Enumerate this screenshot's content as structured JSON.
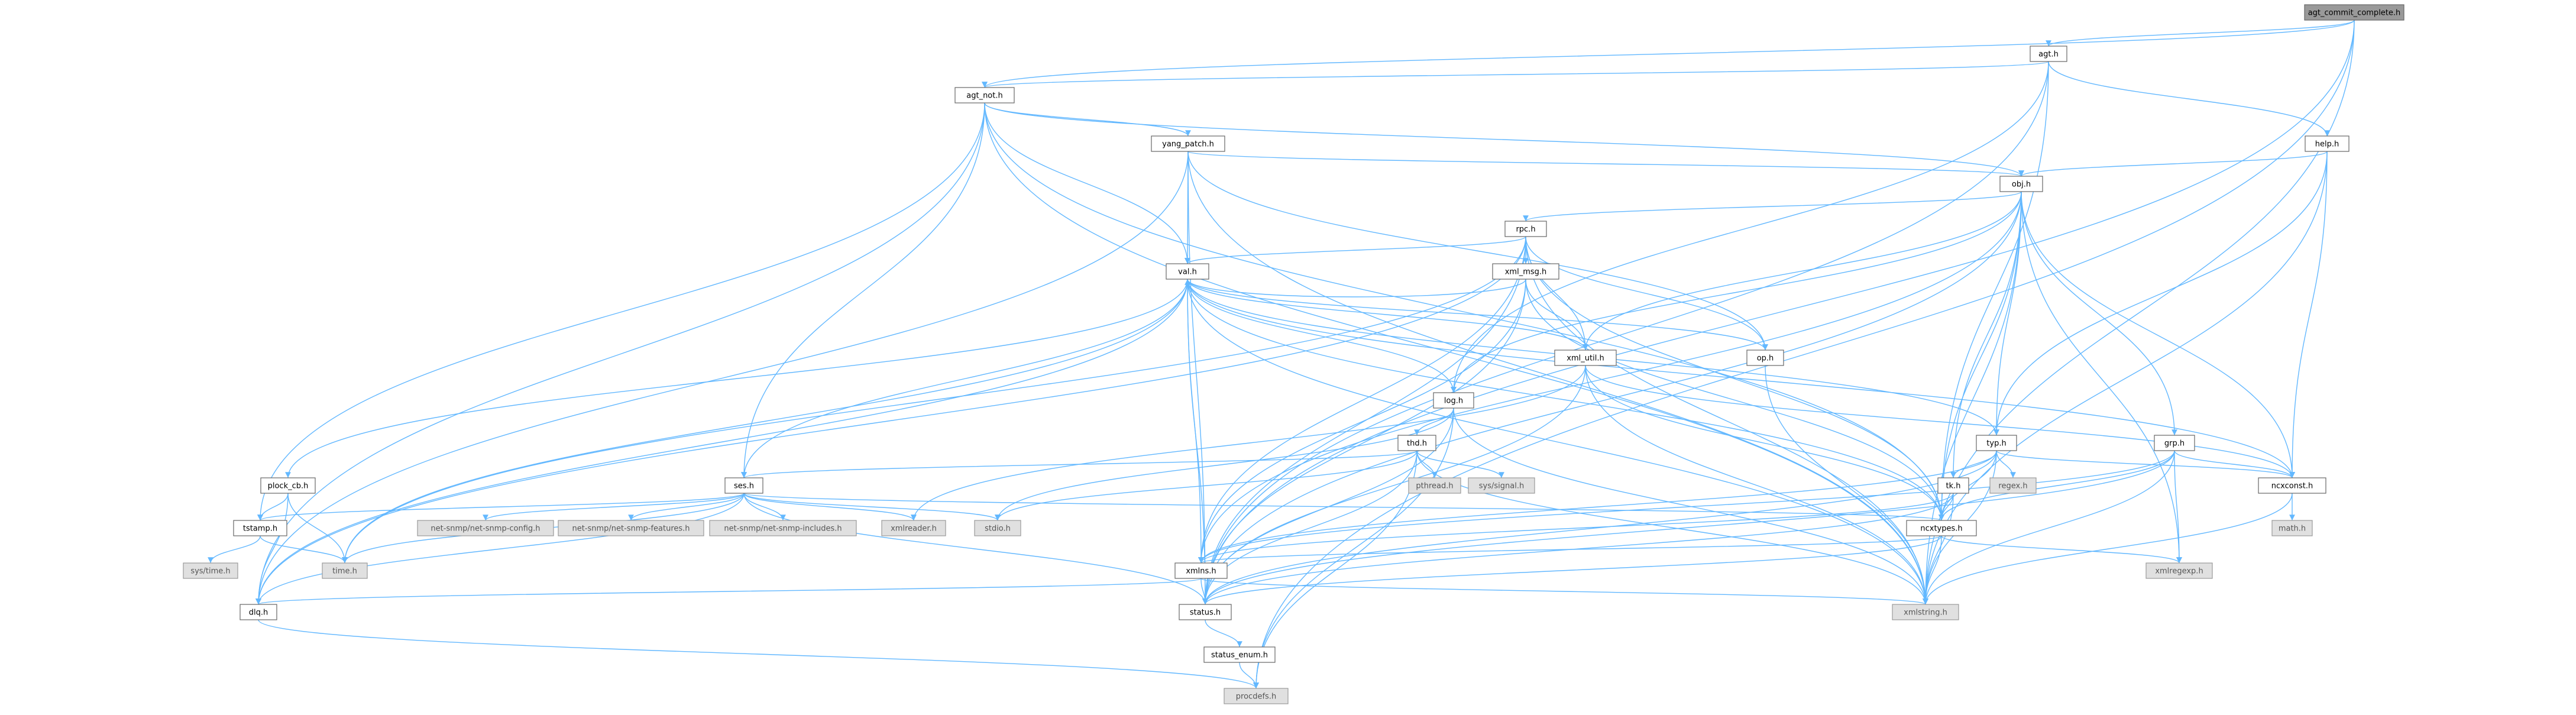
{
  "colors": {
    "edge": "#63b8ff",
    "root_fill": "#999999",
    "system_fill": "#e0e0e0",
    "local_fill": "#ffffff",
    "border": "#666666"
  },
  "nodes": [
    {
      "id": "agt_commit_complete_h",
      "label": "agt_commit_complete.h",
      "kind": "root"
    },
    {
      "id": "agt_h",
      "label": "agt.h",
      "kind": "local"
    },
    {
      "id": "agt_not_h",
      "label": "agt_not.h",
      "kind": "local"
    },
    {
      "id": "help_h",
      "label": "help.h",
      "kind": "local"
    },
    {
      "id": "yang_patch_h",
      "label": "yang_patch.h",
      "kind": "local"
    },
    {
      "id": "obj_h",
      "label": "obj.h",
      "kind": "local"
    },
    {
      "id": "rpc_h",
      "label": "rpc.h",
      "kind": "local"
    },
    {
      "id": "xml_msg_h",
      "label": "xml_msg.h",
      "kind": "local"
    },
    {
      "id": "val_h",
      "label": "val.h",
      "kind": "local"
    },
    {
      "id": "xml_util_h",
      "label": "xml_util.h",
      "kind": "local"
    },
    {
      "id": "op_h",
      "label": "op.h",
      "kind": "local"
    },
    {
      "id": "log_h",
      "label": "log.h",
      "kind": "local"
    },
    {
      "id": "typ_h",
      "label": "typ.h",
      "kind": "local"
    },
    {
      "id": "grp_h",
      "label": "grp.h",
      "kind": "local"
    },
    {
      "id": "thd_h",
      "label": "thd.h",
      "kind": "local"
    },
    {
      "id": "plock_cb_h",
      "label": "plock_cb.h",
      "kind": "local"
    },
    {
      "id": "ses_h",
      "label": "ses.h",
      "kind": "local"
    },
    {
      "id": "tk_h",
      "label": "tk.h",
      "kind": "local"
    },
    {
      "id": "ncxconst_h",
      "label": "ncxconst.h",
      "kind": "local"
    },
    {
      "id": "ncxtypes_h",
      "label": "ncxtypes.h",
      "kind": "local"
    },
    {
      "id": "tstamp_h",
      "label": "tstamp.h",
      "kind": "local"
    },
    {
      "id": "xmlns_h",
      "label": "xmlns.h",
      "kind": "local"
    },
    {
      "id": "dlq_h",
      "label": "dlq.h",
      "kind": "local"
    },
    {
      "id": "status_h",
      "label": "status.h",
      "kind": "local"
    },
    {
      "id": "status_enum_h",
      "label": "status_enum.h",
      "kind": "local"
    },
    {
      "id": "pthread_h",
      "label": "pthread.h",
      "kind": "system"
    },
    {
      "id": "sys_signal_h",
      "label": "sys/signal.h",
      "kind": "system"
    },
    {
      "id": "regex_h",
      "label": "regex.h",
      "kind": "system"
    },
    {
      "id": "math_h",
      "label": "math.h",
      "kind": "system"
    },
    {
      "id": "net_snmp_config_h",
      "label": "net-snmp/net-snmp-config.h",
      "kind": "system"
    },
    {
      "id": "net_snmp_features_h",
      "label": "net-snmp/net-snmp-features.h",
      "kind": "system"
    },
    {
      "id": "net_snmp_includes_h",
      "label": "net-snmp/net-snmp-includes.h",
      "kind": "system"
    },
    {
      "id": "xmlreader_h",
      "label": "xmlreader.h",
      "kind": "system"
    },
    {
      "id": "stdio_h",
      "label": "stdio.h",
      "kind": "system"
    },
    {
      "id": "time_h",
      "label": "time.h",
      "kind": "system"
    },
    {
      "id": "sys_time_h",
      "label": "sys/time.h",
      "kind": "system"
    },
    {
      "id": "xmlregexp_h",
      "label": "xmlregexp.h",
      "kind": "system"
    },
    {
      "id": "xmlstring_h",
      "label": "xmlstring.h",
      "kind": "system"
    },
    {
      "id": "procdefs_h",
      "label": "procdefs.h",
      "kind": "system"
    }
  ],
  "edges": [
    [
      "agt_commit_complete_h",
      "agt_h"
    ],
    [
      "agt_commit_complete_h",
      "agt_not_h"
    ],
    [
      "agt_commit_complete_h",
      "status_h"
    ],
    [
      "agt_commit_complete_h",
      "xmlstring_h"
    ],
    [
      "agt_commit_complete_h",
      "procdefs_h"
    ],
    [
      "agt_h",
      "agt_not_h"
    ],
    [
      "agt_h",
      "help_h"
    ],
    [
      "agt_h",
      "log_h"
    ],
    [
      "agt_h",
      "ncxtypes_h"
    ],
    [
      "agt_h",
      "status_h"
    ],
    [
      "agt_not_h",
      "yang_patch_h"
    ],
    [
      "agt_not_h",
      "obj_h"
    ],
    [
      "agt_not_h",
      "val_h"
    ],
    [
      "agt_not_h",
      "ses_h"
    ],
    [
      "agt_not_h",
      "tstamp_h"
    ],
    [
      "agt_not_h",
      "dlq_h"
    ],
    [
      "agt_not_h",
      "ncxtypes_h"
    ],
    [
      "agt_not_h",
      "xmlstring_h"
    ],
    [
      "help_h",
      "obj_h"
    ],
    [
      "help_h",
      "typ_h"
    ],
    [
      "help_h",
      "ncxconst_h"
    ],
    [
      "help_h",
      "xmlstring_h"
    ],
    [
      "yang_patch_h",
      "obj_h"
    ],
    [
      "yang_patch_h",
      "val_h"
    ],
    [
      "yang_patch_h",
      "op_h"
    ],
    [
      "yang_patch_h",
      "dlq_h"
    ],
    [
      "yang_patch_h",
      "status_h"
    ],
    [
      "yang_patch_h",
      "xmlstring_h"
    ],
    [
      "obj_h",
      "rpc_h"
    ],
    [
      "obj_h",
      "xml_util_h"
    ],
    [
      "obj_h",
      "log_h"
    ],
    [
      "obj_h",
      "typ_h"
    ],
    [
      "obj_h",
      "grp_h"
    ],
    [
      "obj_h",
      "tk_h"
    ],
    [
      "obj_h",
      "ncxconst_h"
    ],
    [
      "obj_h",
      "ncxtypes_h"
    ],
    [
      "obj_h",
      "xmlns_h"
    ],
    [
      "obj_h",
      "status_h"
    ],
    [
      "obj_h",
      "xmlstring_h"
    ],
    [
      "obj_h",
      "xmlregexp_h"
    ],
    [
      "rpc_h",
      "xml_msg_h"
    ],
    [
      "rpc_h",
      "val_h"
    ],
    [
      "rpc_h",
      "xml_util_h"
    ],
    [
      "rpc_h",
      "op_h"
    ],
    [
      "rpc_h",
      "ncxtypes_h"
    ],
    [
      "rpc_h",
      "xmlns_h"
    ],
    [
      "rpc_h",
      "status_h"
    ],
    [
      "rpc_h",
      "dlq_h"
    ],
    [
      "rpc_h",
      "time_h"
    ],
    [
      "rpc_h",
      "xmlstring_h"
    ],
    [
      "xml_msg_h",
      "val_h"
    ],
    [
      "xml_msg_h",
      "xml_util_h"
    ],
    [
      "xml_msg_h",
      "ncxtypes_h"
    ],
    [
      "xml_msg_h",
      "xmlns_h"
    ],
    [
      "xml_msg_h",
      "status_h"
    ],
    [
      "val_h",
      "xml_util_h"
    ],
    [
      "val_h",
      "op_h"
    ],
    [
      "val_h",
      "log_h"
    ],
    [
      "val_h",
      "typ_h"
    ],
    [
      "val_h",
      "ses_h"
    ],
    [
      "val_h",
      "plock_cb_h"
    ],
    [
      "val_h",
      "ncxconst_h"
    ],
    [
      "val_h",
      "ncxtypes_h"
    ],
    [
      "val_h",
      "xmlns_h"
    ],
    [
      "val_h",
      "status_h"
    ],
    [
      "val_h",
      "dlq_h"
    ],
    [
      "val_h",
      "time_h"
    ],
    [
      "val_h",
      "xmlstring_h"
    ],
    [
      "xml_util_h",
      "ncxconst_h"
    ],
    [
      "xml_util_h",
      "ncxtypes_h"
    ],
    [
      "xml_util_h",
      "status_h"
    ],
    [
      "xml_util_h",
      "xmlreader_h"
    ],
    [
      "xml_util_h",
      "xmlstring_h"
    ],
    [
      "op_h",
      "xmlstring_h"
    ],
    [
      "log_h",
      "thd_h"
    ],
    [
      "log_h",
      "stdio_h"
    ],
    [
      "log_h",
      "status_h"
    ],
    [
      "log_h",
      "xmlstring_h"
    ],
    [
      "log_h",
      "procdefs_h"
    ],
    [
      "typ_h",
      "tk_h"
    ],
    [
      "typ_h",
      "regex_h"
    ],
    [
      "typ_h",
      "ncxconst_h"
    ],
    [
      "typ_h",
      "ncxtypes_h"
    ],
    [
      "typ_h",
      "xmlns_h"
    ],
    [
      "typ_h",
      "status_h"
    ],
    [
      "typ_h",
      "xmlstring_h"
    ],
    [
      "grp_h",
      "ncxconst_h"
    ],
    [
      "grp_h",
      "ncxtypes_h"
    ],
    [
      "grp_h",
      "xmlns_h"
    ],
    [
      "grp_h",
      "status_h"
    ],
    [
      "grp_h",
      "xmlregexp_h"
    ],
    [
      "grp_h",
      "xmlstring_h"
    ],
    [
      "thd_h",
      "ses_h"
    ],
    [
      "thd_h",
      "pthread_h"
    ],
    [
      "thd_h",
      "sys_signal_h"
    ],
    [
      "thd_h",
      "stdio_h"
    ],
    [
      "thd_h",
      "status_h"
    ],
    [
      "thd_h",
      "xmlstring_h"
    ],
    [
      "thd_h",
      "procdefs_h"
    ],
    [
      "plock_cb_h",
      "tstamp_h"
    ],
    [
      "plock_cb_h",
      "dlq_h"
    ],
    [
      "plock_cb_h",
      "time_h"
    ],
    [
      "ses_h",
      "tstamp_h"
    ],
    [
      "ses_h",
      "net_snmp_config_h"
    ],
    [
      "ses_h",
      "net_snmp_features_h"
    ],
    [
      "ses_h",
      "net_snmp_includes_h"
    ],
    [
      "ses_h",
      "xmlreader_h"
    ],
    [
      "ses_h",
      "stdio_h"
    ],
    [
      "ses_h",
      "time_h"
    ],
    [
      "ses_h",
      "ncxtypes_h"
    ],
    [
      "ses_h",
      "status_h"
    ],
    [
      "ses_h",
      "dlq_h"
    ],
    [
      "tk_h",
      "ncxtypes_h"
    ],
    [
      "tk_h",
      "xmlns_h"
    ],
    [
      "tk_h",
      "status_h"
    ],
    [
      "tk_h",
      "xmlstring_h"
    ],
    [
      "ncxconst_h",
      "math_h"
    ],
    [
      "ncxconst_h",
      "xmlstring_h"
    ],
    [
      "ncxtypes_h",
      "xmlns_h"
    ],
    [
      "ncxtypes_h",
      "status_h"
    ],
    [
      "ncxtypes_h",
      "xmlregexp_h"
    ],
    [
      "ncxtypes_h",
      "xmlstring_h"
    ],
    [
      "tstamp_h",
      "sys_time_h"
    ],
    [
      "tstamp_h",
      "time_h"
    ],
    [
      "xmlns_h",
      "dlq_h"
    ],
    [
      "xmlns_h",
      "status_h"
    ],
    [
      "xmlns_h",
      "xmlstring_h"
    ],
    [
      "dlq_h",
      "procdefs_h"
    ],
    [
      "status_h",
      "status_enum_h"
    ],
    [
      "status_enum_h",
      "procdefs_h"
    ]
  ]
}
